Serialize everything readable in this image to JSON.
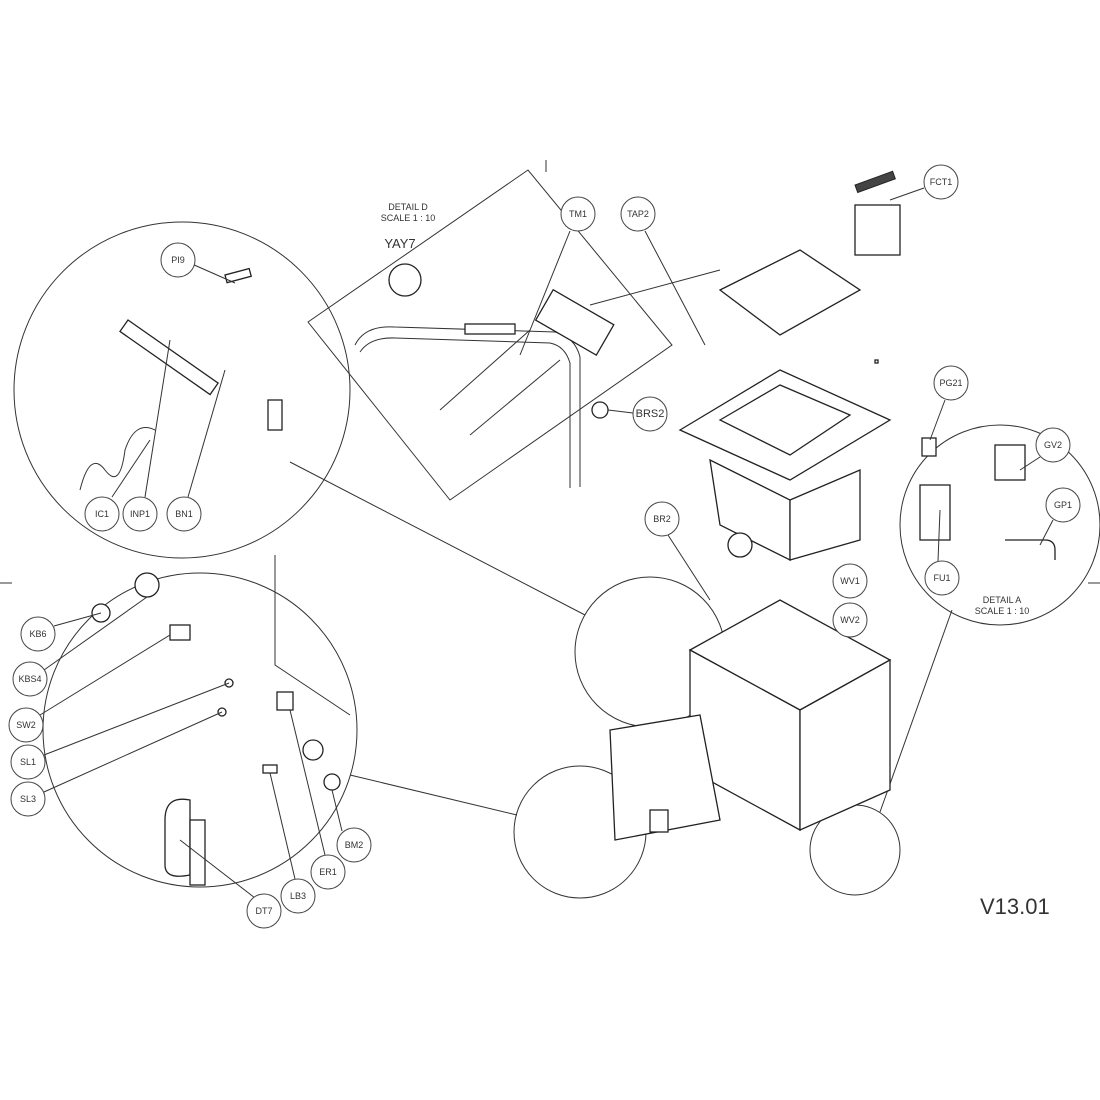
{
  "title": "Exploded parts diagram",
  "version": "V13.01",
  "details": {
    "detail_d": {
      "title": "DETAIL D",
      "scale": "SCALE 1 : 10",
      "tag": "YAY7"
    },
    "detail_a": {
      "title": "DETAIL A",
      "scale": "SCALE 1 : 10"
    }
  },
  "labels": {
    "PI9": "PI9",
    "IC1": "IC1",
    "INP1": "INP1",
    "BN1": "BN1",
    "TM1": "TM1",
    "TAP2": "TAP2",
    "BRS2": "BRS2",
    "FCT1": "FCT1",
    "PG21": "PG21",
    "GV2": "GV2",
    "GP1": "GP1",
    "FU1": "FU1",
    "BR2": "BR2",
    "WV1": "WV1",
    "WV2": "WV2",
    "KB6": "KB6",
    "KBS4": "KBS4",
    "SW2": "SW2",
    "SL1": "SL1",
    "SL3": "SL3",
    "BM2": "BM2",
    "ER1": "ER1",
    "LB3": "LB3",
    "DT7": "DT7"
  }
}
